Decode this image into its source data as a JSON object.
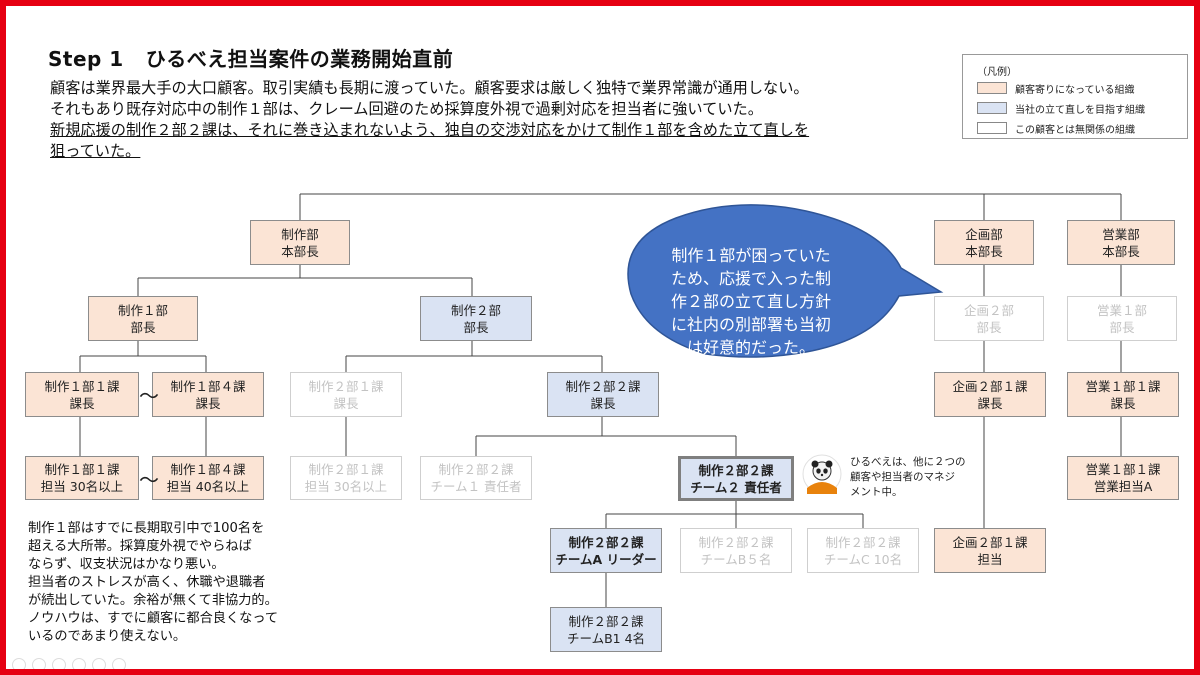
{
  "title": {
    "step": "Step 1",
    "text": "ひるべえ担当案件の業務開始直前"
  },
  "intro": {
    "line1": "顧客は業界最大手の大口顧客。取引実績も長期に渡っていた。顧客要求は厳しく独特で業界常識が通用しない。",
    "line2": "それもあり既存対応中の制作１部は、クレーム回避のため採算度外視で過剰対応を担当者に強いていた。",
    "line3": "新規応援の制作２部２課は、それに巻き込まれないよう、独自の交渉対応をかけて制作１部を含めた立て直しを",
    "line4": "狙っていた。"
  },
  "legend": {
    "title": "（凡例）",
    "items": [
      {
        "label": "顧客寄りになっている組織",
        "color": "#fbe4d5"
      },
      {
        "label": "当社の立て直しを目指す組織",
        "color": "#dae3f3"
      },
      {
        "label": "この顧客とは無関係の組織",
        "color": "#ffffff"
      }
    ]
  },
  "org": {
    "seisaku_hq": {
      "l1": "制作部",
      "l2": "本部長"
    },
    "s1": {
      "l1": "制作１部",
      "l2": "部長"
    },
    "s2": {
      "l1": "制作２部",
      "l2": "部長"
    },
    "s1k1": {
      "l1": "制作１部１課",
      "l2": "課長"
    },
    "s1k4": {
      "l1": "制作１部４課",
      "l2": "課長"
    },
    "s2k1": {
      "l1": "制作２部１課",
      "l2": "課長"
    },
    "s2k2": {
      "l1": "制作２部２課",
      "l2": "課長"
    },
    "s1k1t": {
      "l1": "制作１部１課",
      "l2": "担当 30名以上"
    },
    "s1k4t": {
      "l1": "制作１部４課",
      "l2": "担当 40名以上"
    },
    "s2k1t": {
      "l1": "制作２部１課",
      "l2": "担当 30名以上"
    },
    "s2k2t1": {
      "l1": "制作２部２課",
      "l2": "チーム１ 責任者"
    },
    "s2k2t2": {
      "l1": "制作２部２課",
      "l2": "チーム２ 責任者"
    },
    "teamA": {
      "l1": "制作２部２課",
      "l2": "チームA リーダー"
    },
    "teamB": {
      "l1": "制作２部２課",
      "l2": "チームB５名"
    },
    "teamC": {
      "l1": "制作２部２課",
      "l2": "チームC 10名"
    },
    "teamB1": {
      "l1": "制作２部２課",
      "l2": "チームB1 4名"
    },
    "kikaku_hq": {
      "l1": "企画部",
      "l2": "本部長"
    },
    "k2": {
      "l1": "企画２部",
      "l2": "部長"
    },
    "k2k1": {
      "l1": "企画２部１課",
      "l2": "課長"
    },
    "k2k1t": {
      "l1": "企画２部１課",
      "l2": "担当"
    },
    "eigyo_hq": {
      "l1": "営業部",
      "l2": "本部長"
    },
    "e1": {
      "l1": "営業１部",
      "l2": "部長"
    },
    "e1k1": {
      "l1": "営業１部１課",
      "l2": "課長"
    },
    "e1k1t": {
      "l1": "営業１部１課",
      "l2": "営業担当A"
    },
    "tilde": "〜"
  },
  "bubble": {
    "lines": [
      "制作１部が困っていた",
      "ため、応援で入った制",
      "作２部の立て直し方針",
      "に社内の別部署も当初",
      "は好意的だった。"
    ],
    "color": "#4472c4"
  },
  "hirube_note": {
    "lines": [
      "ひるべえは、他に２つの",
      "顧客や担当者のマネジ",
      "メント中。"
    ]
  },
  "left_note": {
    "lines": [
      "制作１部はすでに長期取引中で100名を",
      "超える大所帯。採算度外視でやらねば",
      "ならず、収支状況はかなり悪い。",
      "担当者のストレスが高く、休職や退職者",
      "が続出していた。余裕が無くて非協力的。",
      "ノウハウは、すでに顧客に都合良くなって",
      "いるのであまり使えない。"
    ]
  },
  "accent_color": "#e60012"
}
